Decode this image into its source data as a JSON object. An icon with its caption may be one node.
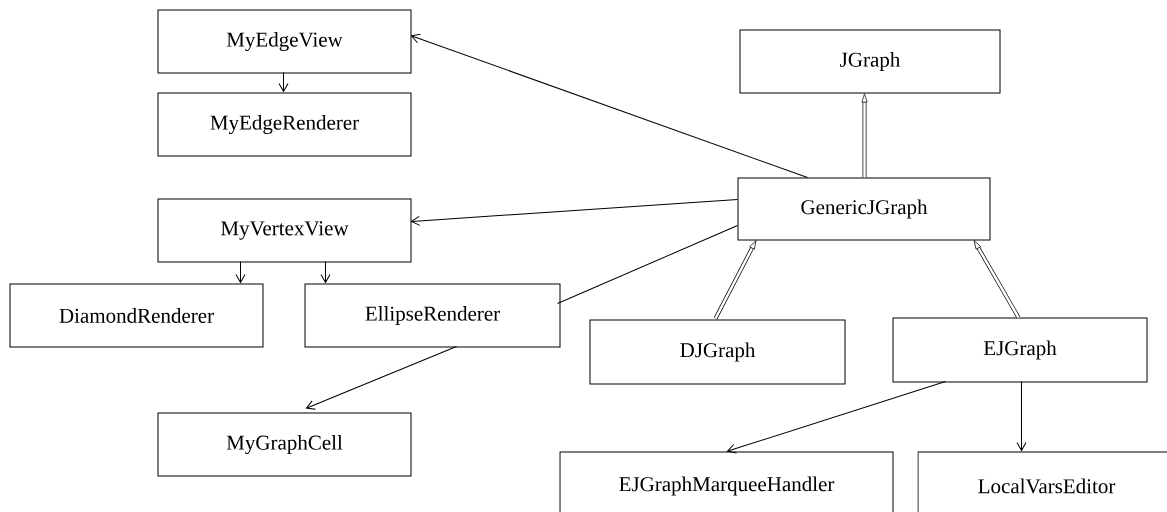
{
  "diagram": {
    "nodes": [
      {
        "text": [
          "MyEdgeView"
        ]
      },
      {
        "text": [
          "MyEdgeRenderer"
        ]
      },
      {
        "text": [
          "JGraph"
        ]
      },
      {
        "text": [
          "GenericJGraph"
        ]
      },
      {
        "text": [
          "MyVertexView"
        ]
      },
      {
        "text": [
          "DiamondRenderer"
        ]
      },
      {
        "text": [
          "EllipseRenderer"
        ]
      },
      {
        "text": [
          "DJGraph"
        ]
      },
      {
        "text": [
          "EJGraph"
        ]
      },
      {
        "text": [
          "MyGraphCell"
        ]
      },
      {
        "text": [
          "EJGraphMarqueeHandler"
        ]
      },
      {
        "text": [
          "LocalVarsEditor"
        ]
      }
    ],
    "edges": [
      {
        "from": 3,
        "to": 0,
        "arrow": "to"
      },
      {
        "from": 0,
        "to": 1,
        "arrow": "to"
      },
      {
        "from": 3,
        "to": 2,
        "arrow": "to",
        "style": "thick"
      },
      {
        "from": 3,
        "to": 4,
        "arrow": "to"
      },
      {
        "from": 4,
        "to": 5,
        "arrow": "to"
      },
      {
        "from": 4,
        "to": 6,
        "arrow": "to"
      },
      {
        "from": 6,
        "to": 3,
        "arrow": "none"
      },
      {
        "from": 7,
        "to": 3,
        "arrow": "to",
        "style": "thick"
      },
      {
        "from": 8,
        "to": 3,
        "arrow": "to",
        "style": "thick"
      },
      {
        "from": 6,
        "to": 9,
        "arrow": "to"
      },
      {
        "from": 8,
        "to": 10,
        "arrow": "to"
      },
      {
        "from": 8,
        "to": 11,
        "arrow": "to"
      }
    ]
  }
}
